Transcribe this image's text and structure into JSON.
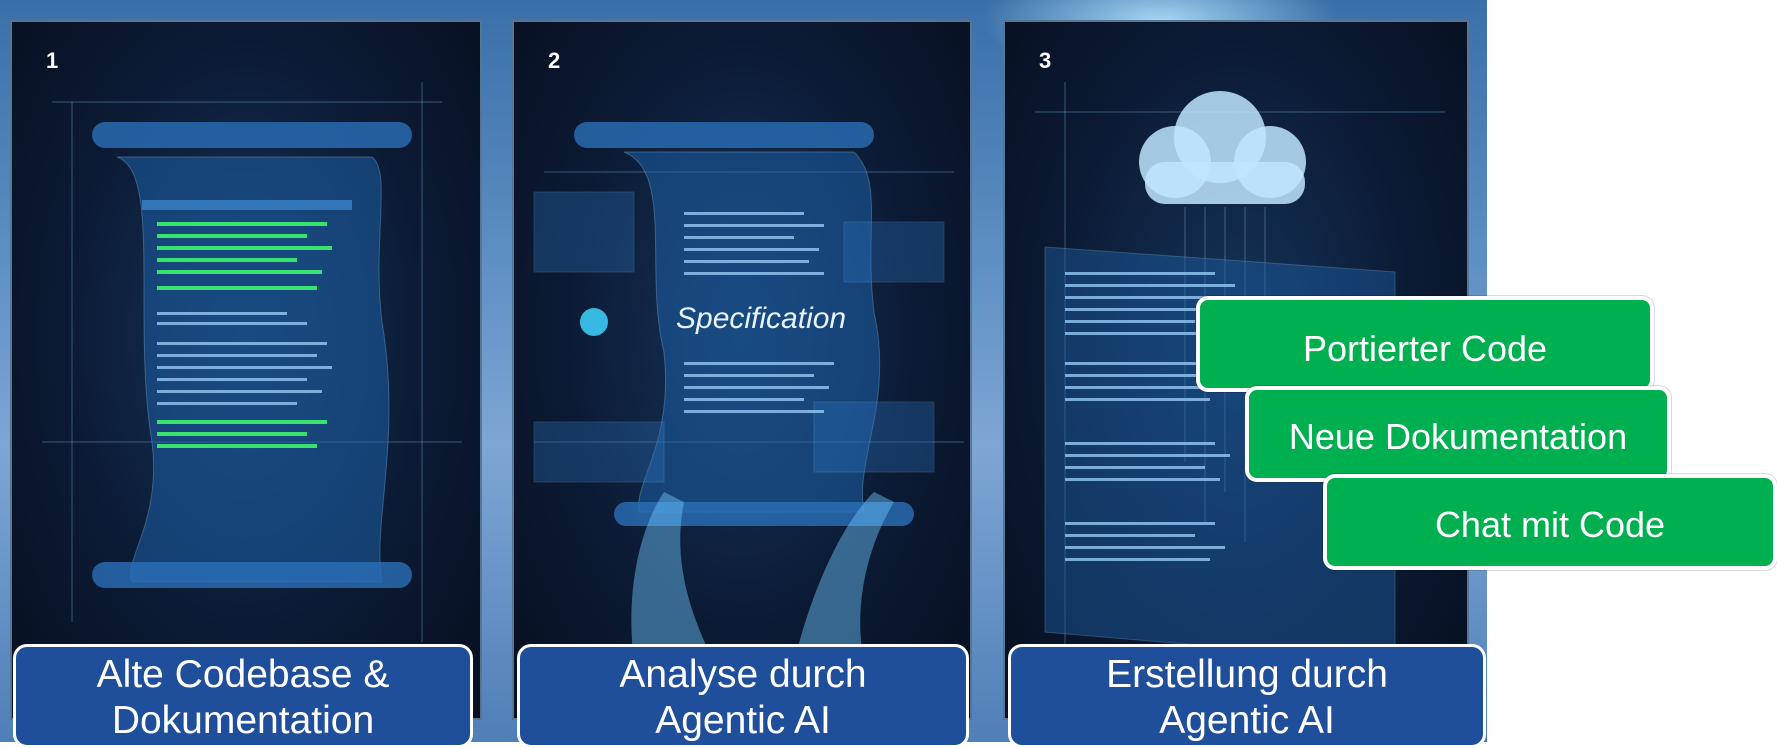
{
  "panels": [
    {
      "number": "1",
      "caption_line1": "Alte Codebase &",
      "caption_line2": "Dokumentation"
    },
    {
      "number": "2",
      "caption_line1": "Analyse durch",
      "caption_line2": "Agentic AI",
      "scroll_text": "Specification"
    },
    {
      "number": "3",
      "caption_line1": "Erstellung durch",
      "caption_line2": "Agentic AI"
    }
  ],
  "outputs": {
    "portierter_code": "Portierter Code",
    "neue_dokumentation": "Neue Dokumentation",
    "chat_mit_code": "Chat mit Code"
  },
  "colors": {
    "caption_blue": "#1f4e9a",
    "output_green": "#00b050",
    "panel_dark": "#0b1a33",
    "code_green": "#3dff6a",
    "hologram_blue": "#8fd0ff"
  }
}
